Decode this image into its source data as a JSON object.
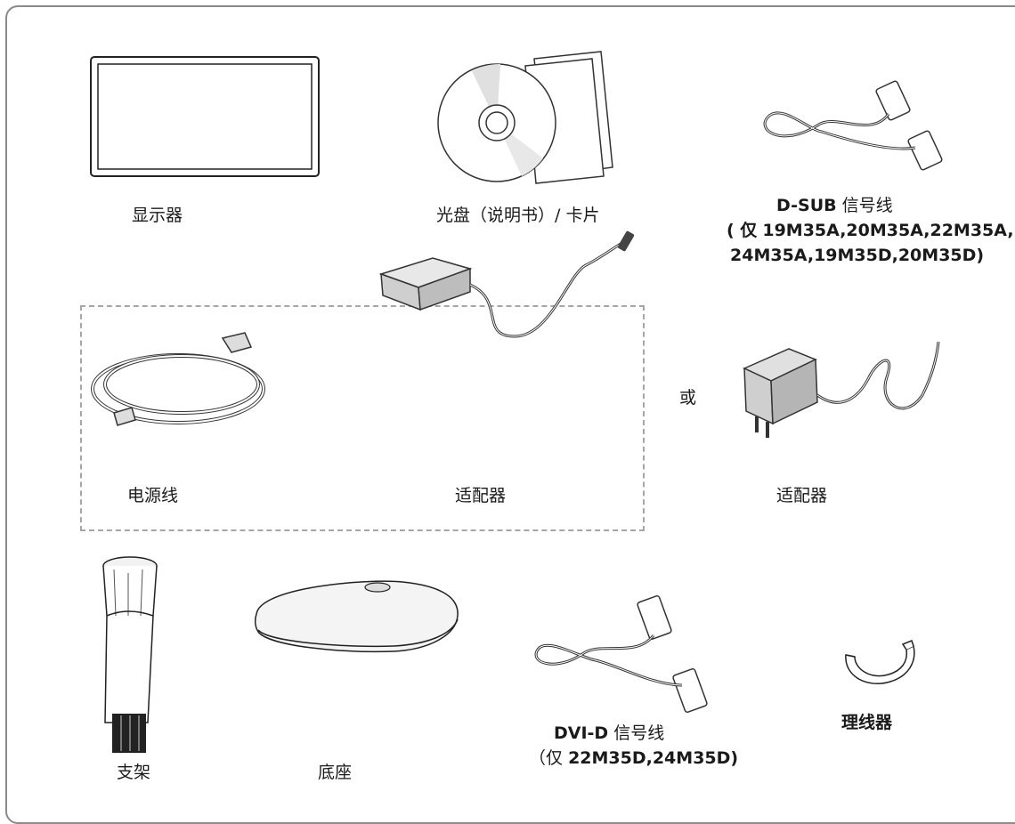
{
  "items": {
    "monitor": {
      "label": "显示器"
    },
    "cd_card": {
      "label": "光盘（说明书）/ 卡片"
    },
    "dsub": {
      "model": "D-SUB",
      "label": "信号线",
      "note_open": "( 仅",
      "note_models_1": "19M35A,20M35A,22M35A,",
      "note_models_2": "24M35A,19M35D,20M35D)"
    },
    "power_cord": {
      "label": "电源线"
    },
    "adapter_1": {
      "label": "适配器"
    },
    "adapter_2": {
      "label": "适配器"
    },
    "stand": {
      "label": "支架"
    },
    "base": {
      "label": "底座"
    },
    "dvi": {
      "model": "DVI-D",
      "label": "信号线",
      "note_open": "（仅",
      "note_models": "22M35D,24M35D)"
    },
    "cable_holder": {
      "label": "理线器"
    }
  },
  "or_text": "或"
}
